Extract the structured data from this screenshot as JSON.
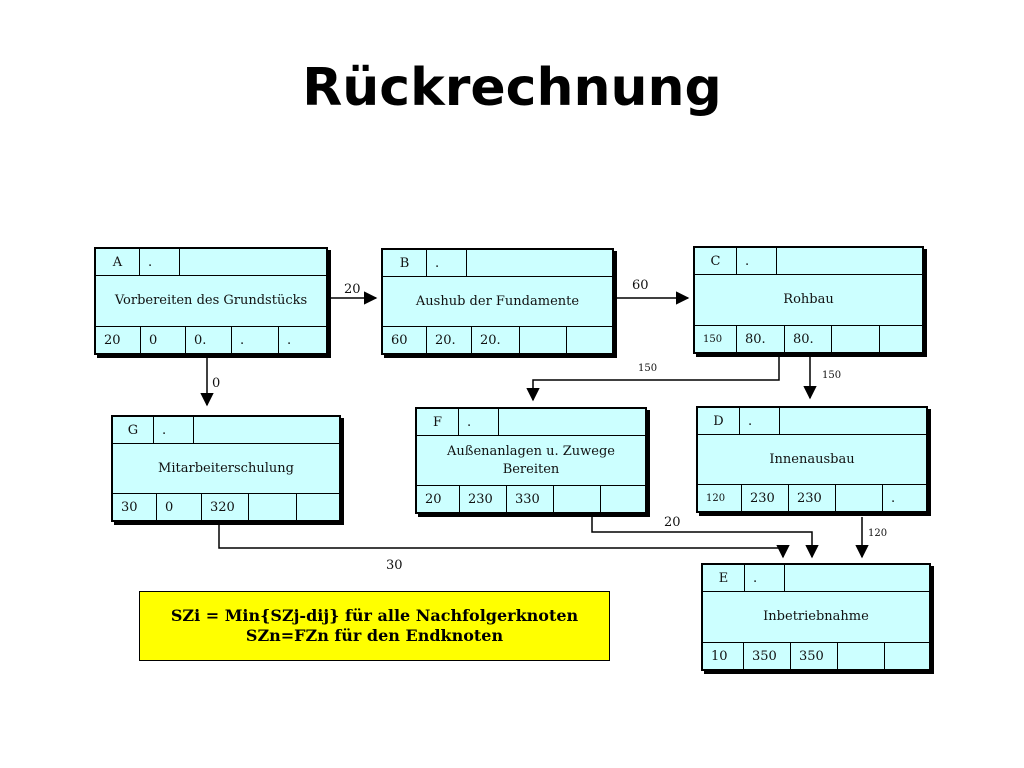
{
  "title": "Rückrechnung",
  "nodes": {
    "A": {
      "id": "A",
      "mark": ".",
      "name": "Vorbereiten des Grundstücks",
      "cells": [
        "20",
        "0",
        "0.",
        ".",
        "."
      ]
    },
    "B": {
      "id": "B",
      "mark": ".",
      "name": "Aushub der Fundamente",
      "cells": [
        "60",
        "20.",
        "20.",
        "",
        ""
      ]
    },
    "C": {
      "id": "C",
      "mark": ".",
      "name": "Rohbau",
      "cells": [
        "150",
        "80.",
        "80.",
        "",
        ""
      ]
    },
    "G": {
      "id": "G",
      "mark": ".",
      "name": "Mitarbeiterschulung",
      "cells": [
        "30",
        "0",
        "320",
        "",
        ""
      ]
    },
    "F": {
      "id": "F",
      "mark": ".",
      "name": "Außenanlagen u. Zuwege Bereiten",
      "cells": [
        "20",
        "230",
        "330",
        "",
        ""
      ]
    },
    "D": {
      "id": "D",
      "mark": ".",
      "name": "Innenausbau",
      "cells": [
        "120",
        "230",
        "230",
        "",
        "."
      ]
    },
    "E": {
      "id": "E",
      "mark": ".",
      "name": "Inbetriebnahme",
      "cells": [
        "10",
        "350",
        "350",
        "",
        ""
      ]
    }
  },
  "edges": {
    "A_B": "20",
    "B_C": "60",
    "A_G": "0",
    "C_F": "150",
    "C_D": "150",
    "F_E": "20",
    "D_E": "120",
    "G_E": "30"
  },
  "formula": {
    "line1": "SZi = Min{SZj-dij} für alle Nachfolgerknoten",
    "line2": "SZn=FZn für den Endknoten"
  }
}
